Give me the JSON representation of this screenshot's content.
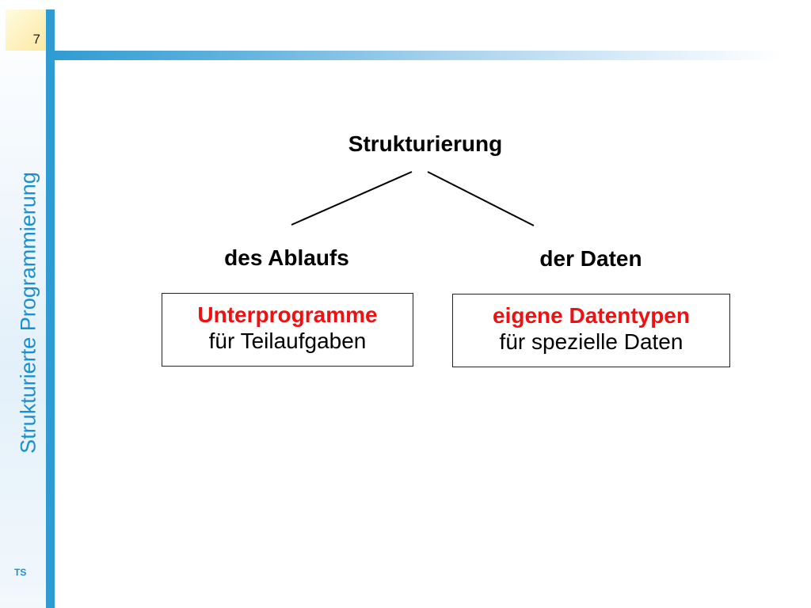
{
  "slide": {
    "page_number": "7",
    "vertical_title": "Strukturierte Programmierung",
    "author": "TS"
  },
  "diagram": {
    "root": "Strukturierung",
    "left": {
      "label": "des Ablaufs",
      "box_title": "Unterprogramme",
      "box_subtitle": "für Teilaufgaben"
    },
    "right": {
      "label": "der Daten",
      "box_title": "eigene Datentypen",
      "box_subtitle": "für spezielle Daten"
    }
  },
  "colors": {
    "accent_blue": "#2e9bd2",
    "highlight_red": "#ee1111"
  }
}
